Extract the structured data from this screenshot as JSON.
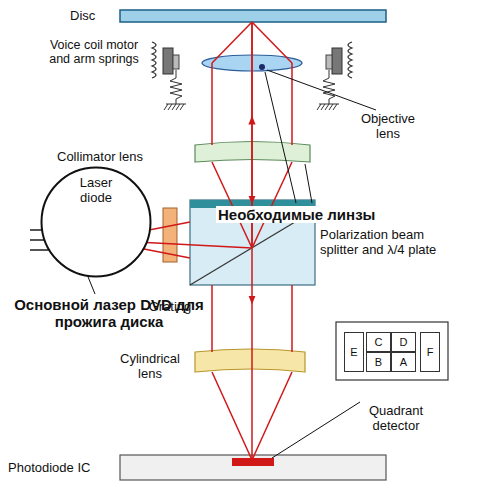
{
  "diagram": {
    "nodes": [
      {
        "text": [
          "Laser diode"
        ]
      },
      {
        "text": [
          "E"
        ]
      },
      {
        "text": [
          "C"
        ]
      },
      {
        "text": [
          "D"
        ]
      },
      {
        "text": [
          "B"
        ]
      },
      {
        "text": [
          "A"
        ]
      },
      {
        "text": [
          "F"
        ]
      }
    ],
    "labels": [
      "Disc",
      "Voice coil motor and arm springs",
      "Objective lens",
      "Collimator lens",
      "Grating",
      "Необходимые линзы",
      "Polarization beam splitter and λ/4 plate",
      "Основной лазер DVD для прожига диска",
      "Cylindrical lens",
      "Quadrant detector",
      "Photodiode IC"
    ]
  }
}
